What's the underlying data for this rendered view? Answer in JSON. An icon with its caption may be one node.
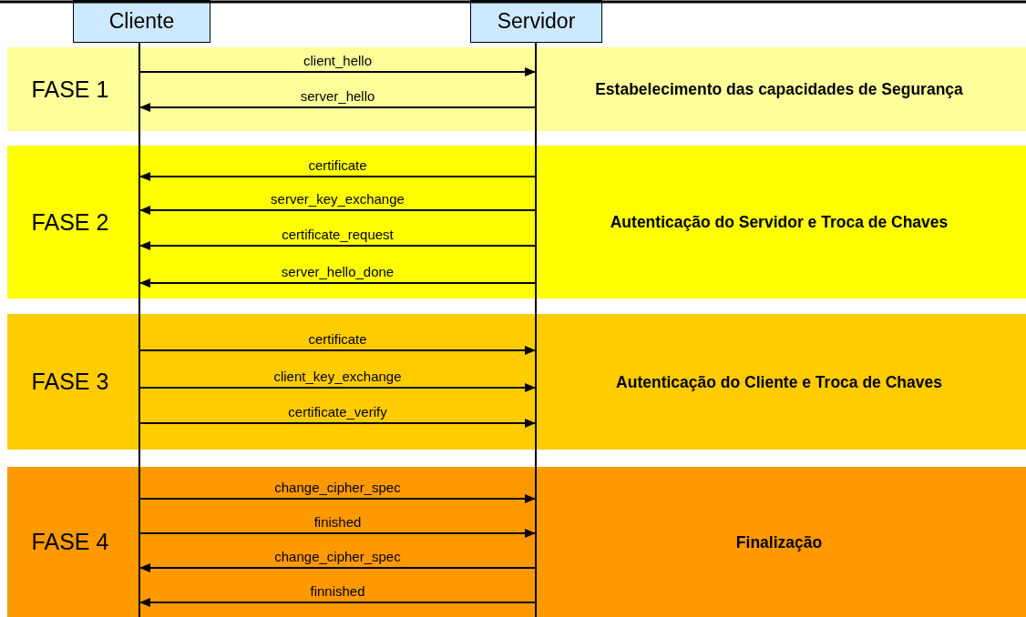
{
  "diagram": {
    "nodes": [
      {
        "text": [
          "Cliente"
        ]
      },
      {
        "text": [
          "Servidor"
        ]
      },
      {
        "text": [
          "FASE 1"
        ]
      },
      {
        "text": [
          "FASE 2"
        ]
      },
      {
        "text": [
          "FASE 3"
        ]
      },
      {
        "text": [
          "FASE 4"
        ]
      }
    ],
    "labels": [
      "Estabelecimento das capacidades de Segurança",
      "Autenticação do Servidor e Troca de Chaves",
      "Autenticação do Cliente e Troca de Chaves",
      "Finalização"
    ],
    "edges": [
      {
        "from": 0,
        "to": 1,
        "arrow": "to",
        "label": "client_hello"
      },
      {
        "from": 1,
        "to": 0,
        "arrow": "to",
        "label": "server_hello"
      },
      {
        "from": 1,
        "to": 0,
        "arrow": "to",
        "label": "certificate"
      },
      {
        "from": 1,
        "to": 0,
        "arrow": "to",
        "label": "server_key_exchange"
      },
      {
        "from": 1,
        "to": 0,
        "arrow": "to",
        "label": "certificate_request"
      },
      {
        "from": 1,
        "to": 0,
        "arrow": "to",
        "label": "server_hello_done"
      },
      {
        "from": 0,
        "to": 1,
        "arrow": "to",
        "label": "certificate"
      },
      {
        "from": 0,
        "to": 1,
        "arrow": "to",
        "label": "client_key_exchange"
      },
      {
        "from": 0,
        "to": 1,
        "arrow": "to",
        "label": "certificate_verify"
      },
      {
        "from": 0,
        "to": 1,
        "arrow": "to",
        "label": "change_cipher_spec"
      },
      {
        "from": 0,
        "to": 1,
        "arrow": "to",
        "label": "finished"
      },
      {
        "from": 1,
        "to": 0,
        "arrow": "to",
        "label": "change_cipher_spec"
      },
      {
        "from": 1,
        "to": 0,
        "arrow": "to",
        "label": "finnished"
      }
    ]
  }
}
